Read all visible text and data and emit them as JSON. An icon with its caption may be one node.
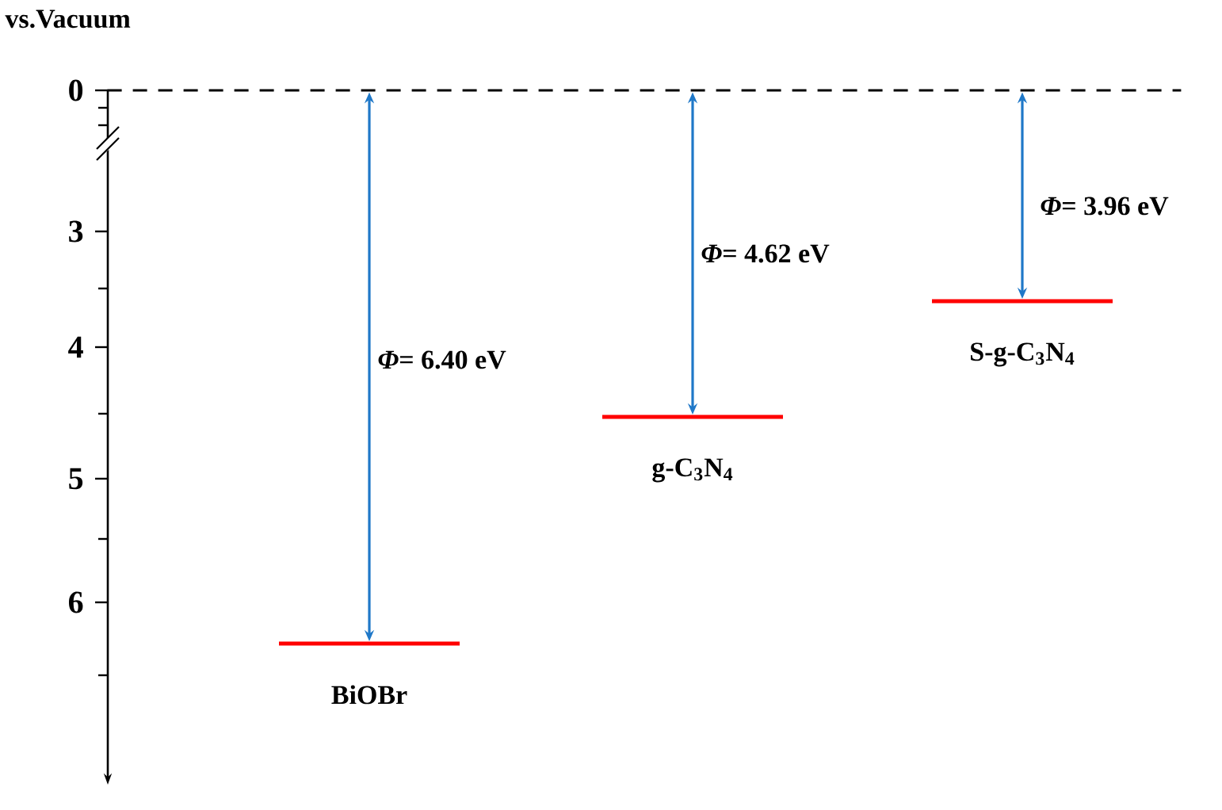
{
  "diagram": {
    "nodes": [
      {
        "text": [],
        "shape": "bar"
      },
      {
        "text": [
          "BiOBr"
        ]
      },
      {
        "text": [
          "g-C$_{3}$N$_{4}$"
        ]
      },
      {
        "text": [
          "S-g-C$_{3}$N$_{4}$"
        ]
      }
    ],
    "edges": [
      {
        "from": 0,
        "to": 1,
        "arrow": "both",
        "label": "*Φ*= 6.40 eV"
      },
      {
        "from": 0,
        "to": 2,
        "arrow": "both",
        "label": "*Φ*= 4.62 eV"
      },
      {
        "from": 0,
        "to": 3,
        "arrow": "both",
        "label": "*Φ*= 3.96 eV"
      }
    ],
    "labels": [
      "vs.Vacuum",
      "0",
      "3",
      "4",
      "5",
      "6"
    ]
  }
}
